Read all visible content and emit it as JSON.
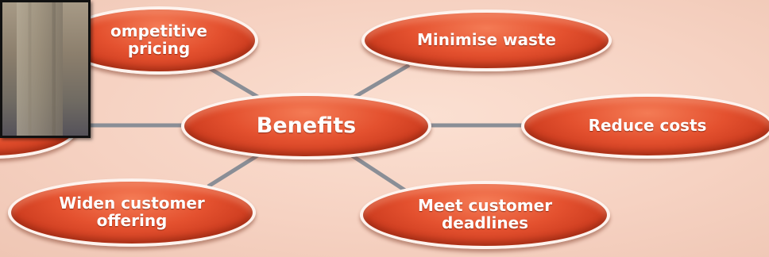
{
  "diagram": {
    "center": {
      "label": "Benefits"
    },
    "branches": [
      {
        "id": "top-left",
        "label": "ompetitive\npricing"
      },
      {
        "id": "top-right",
        "label": "Minimise waste"
      },
      {
        "id": "right",
        "label": "Reduce costs"
      },
      {
        "id": "bottom-right",
        "label": "Meet customer\ndeadlines"
      },
      {
        "id": "bottom-left",
        "label": "Widen customer\noffering"
      },
      {
        "id": "left",
        "label": ""
      }
    ]
  },
  "colors": {
    "background": "#f6d2c2",
    "node_fill": "#e4512f",
    "node_border": "#fdf3ee",
    "connector": "#8a8e96",
    "text": "#ffffff"
  }
}
